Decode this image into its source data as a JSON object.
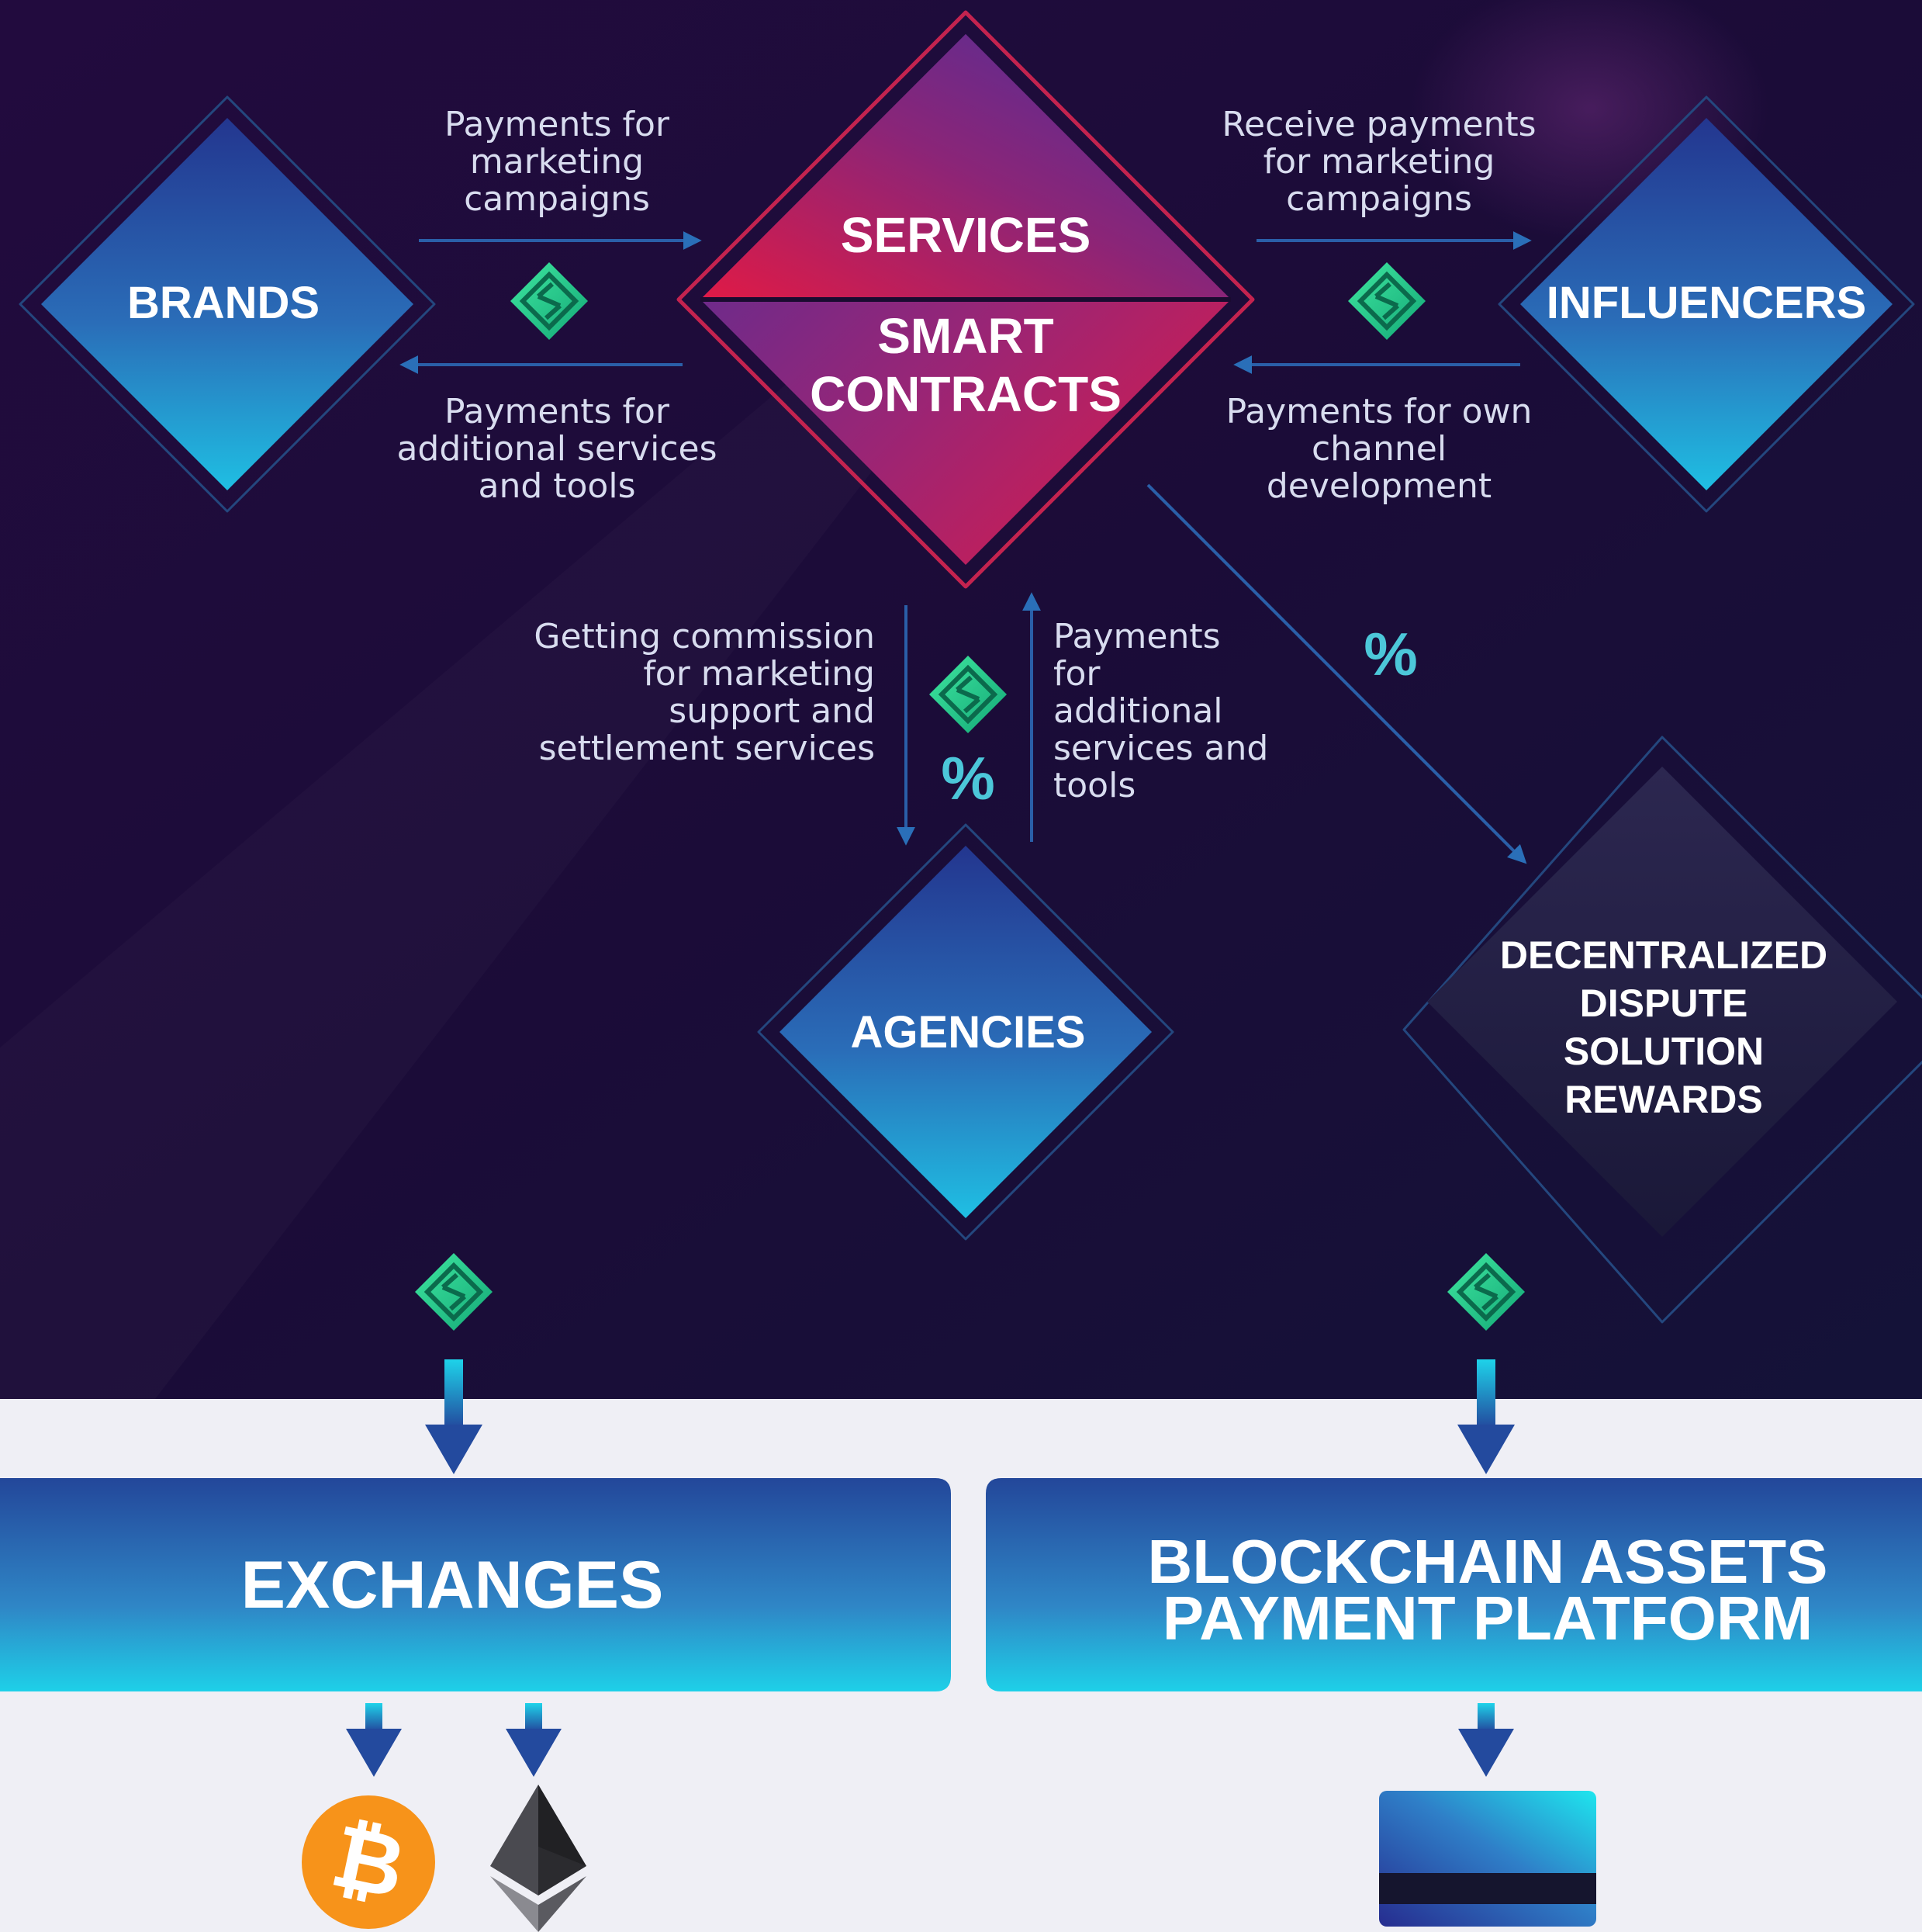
{
  "nodes": {
    "brands": "BRANDS",
    "services": "SERVICES",
    "smart_contracts": [
      "SMART",
      "CONTRACTS"
    ],
    "influencers": "INFLUENCERS",
    "agencies": "AGENCIES",
    "dispute": [
      "DECENTRALIZED",
      "DISPUTE",
      "SOLUTION",
      "REWARDS"
    ]
  },
  "flows": {
    "brands_to_services": [
      "Payments for",
      "marketing",
      "campaigns"
    ],
    "services_to_brands": [
      "Payments for",
      "additional services",
      "and tools"
    ],
    "services_to_influencers": [
      "Receive payments",
      "for marketing",
      "campaigns"
    ],
    "influencers_to_services": [
      "Payments for own",
      "channel",
      "development"
    ],
    "services_to_agencies": [
      "Getting commission",
      "for marketing",
      "support and",
      "settlement services"
    ],
    "agencies_to_services": [
      "Payments",
      "for",
      "additional",
      "services and",
      "tools"
    ]
  },
  "percent_symbol": "%",
  "panels": {
    "exchanges": "EXCHANGES",
    "payment_platform": [
      "BLOCKCHAIN ASSETS",
      "PAYMENT PLATFORM"
    ]
  },
  "icons": {
    "token": "token-icon",
    "bitcoin": "bitcoin-icon",
    "ethereum": "ethereum-icon",
    "card": "card-icon"
  },
  "colors": {
    "background_dark": "#1c0c3a",
    "background_light": "#efeff5",
    "node_top": "#233f92",
    "node_bottom": "#1fb7e0",
    "accent_pink": "#d81b4c",
    "accent_purple": "#5a2f9a",
    "token_green": "#22d38e",
    "arrow": "#2a5fa8",
    "percent": "#4cc7d9",
    "bitcoin": "#f7931a"
  }
}
